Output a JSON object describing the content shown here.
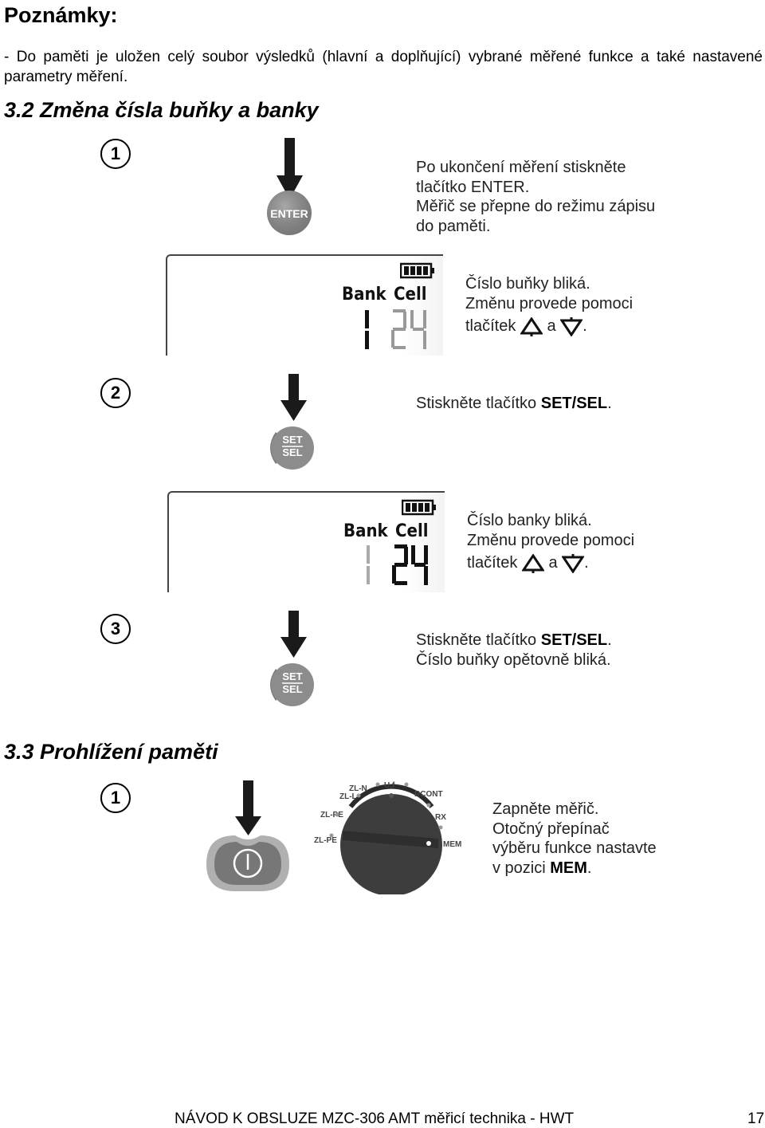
{
  "page_title": "Poznámky:",
  "notes_text": "- Do paměti je uložen celý soubor výsledků (hlavní a doplňující) vybrané měřené funkce a také nastavené parametry měření.",
  "section_32": {
    "title": "3.2 Změna čísla buňky a banky",
    "step1": {
      "number": "1",
      "button_label": "ENTER",
      "line1": "Po ukončení měření stiskněte",
      "line2_pre": "tlačítko ",
      "line2_key": "ENTER",
      "line2_post": ".",
      "line3": "Měřič se přepne do režimu zápisu",
      "line4": "do paměti."
    },
    "display1": {
      "bank_label": "Bank",
      "cell_label": "Cell",
      "bank_value": "1",
      "cell_value": "24",
      "line1": "Číslo buňky bliká.",
      "line2": "Změnu provede pomoci",
      "line3_pre": "tlačítek",
      "line3_mid": "a",
      "line3_post": "."
    },
    "step2": {
      "number": "2",
      "button_label_top": "SET",
      "button_label_bottom": "SEL",
      "line1_pre": "Stiskněte tlačítko ",
      "line1_key": "SET/SEL",
      "line1_post": "."
    },
    "display2": {
      "bank_label": "Bank",
      "cell_label": "Cell",
      "bank_value": "1",
      "cell_value": "24",
      "line1": "Číslo banky bliká.",
      "line2": "Změnu provede pomoci",
      "line3_pre": "tlačítek",
      "line3_mid": "a",
      "line3_post": "."
    },
    "step3": {
      "number": "3",
      "button_label_top": "SET",
      "button_label_bottom": "SEL",
      "line1_pre": "Stiskněte tlačítko ",
      "line1_key": "SET/SEL",
      "line1_post": ".",
      "line2": "Číslo buňky opětovně bliká."
    }
  },
  "section_33": {
    "title": "3.3 Prohlížení paměti",
    "step1": {
      "number": "1",
      "line1": "Zapněte měřič.",
      "line2": "Otočný přepínač",
      "line3": "výběru funkce nastavte",
      "line4_pre": "v pozici ",
      "line4_key": "MEM",
      "line4_post": "."
    },
    "dial_labels": {
      "uf": "U,f",
      "rcont": "RCONT",
      "rx": "RX",
      "mem": "MEM",
      "zl_n": "ZL-N",
      "zl_l": "ZL-L",
      "zl_pe": "ZL-PE",
      "zl_pe_rcd": "ZL-PE"
    }
  },
  "footer": {
    "text": "NÁVOD K OBSLUZE MZC-306 AMT měřicí technika - HWT",
    "page_number": "17"
  },
  "colors": {
    "button_gray": "#8c8c8c",
    "dial_dark": "#3d3d3d",
    "arrow_black": "#1a1a1a"
  }
}
